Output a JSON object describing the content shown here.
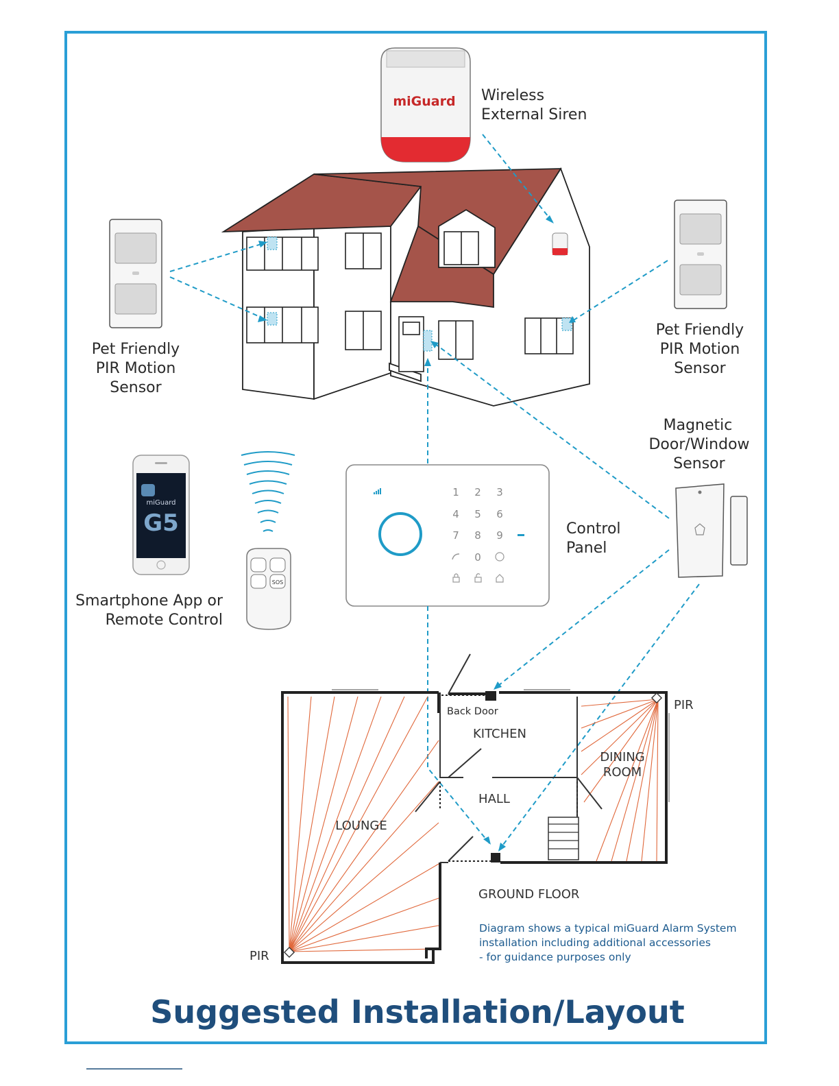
{
  "colors": {
    "frame": "#2a9fd6",
    "title": "#1f4e7c",
    "connector": "#1f9bc7",
    "roof": "#a5544a",
    "pir_rays": "#e0673a",
    "siren_red": "#e32b31"
  },
  "devices": {
    "siren": {
      "brand": "miGuard",
      "label_line1": "Wireless",
      "label_line2": "External Siren"
    },
    "pir_left": {
      "label_line1": "Pet Friendly",
      "label_line2": "PIR Motion",
      "label_line3": "Sensor"
    },
    "pir_right": {
      "label_line1": "Pet Friendly",
      "label_line2": "PIR Motion",
      "label_line3": "Sensor"
    },
    "door_sensor": {
      "label_line1": "Magnetic",
      "label_line2": "Door/Window",
      "label_line3": "Sensor"
    },
    "control_panel": {
      "label_line1": "Control",
      "label_line2": "Panel",
      "keys": [
        "1",
        "2",
        "3",
        "4",
        "5",
        "6",
        "7",
        "8",
        "9",
        "0"
      ]
    },
    "smartphone": {
      "brand": "miGuard",
      "model": "G5",
      "label_line1": "Smartphone App or",
      "label_line2": "Remote Control"
    },
    "remote": {
      "sos_label": "SOS"
    }
  },
  "floorplan": {
    "rooms": {
      "back_door": "Back Door",
      "kitchen": "KITCHEN",
      "dining_line1": "DINING",
      "dining_line2": "ROOM",
      "hall": "HALL",
      "lounge": "LOUNGE"
    },
    "pir_top_label": "PIR",
    "pir_bottom_label": "PIR",
    "floor_label": "GROUND FLOOR",
    "note_line1": "Diagram shows a typical miGuard Alarm System",
    "note_line2": "installation including additional accessories",
    "note_line3": "- for guidance purposes only"
  },
  "title": "Suggested Installation/Layout"
}
